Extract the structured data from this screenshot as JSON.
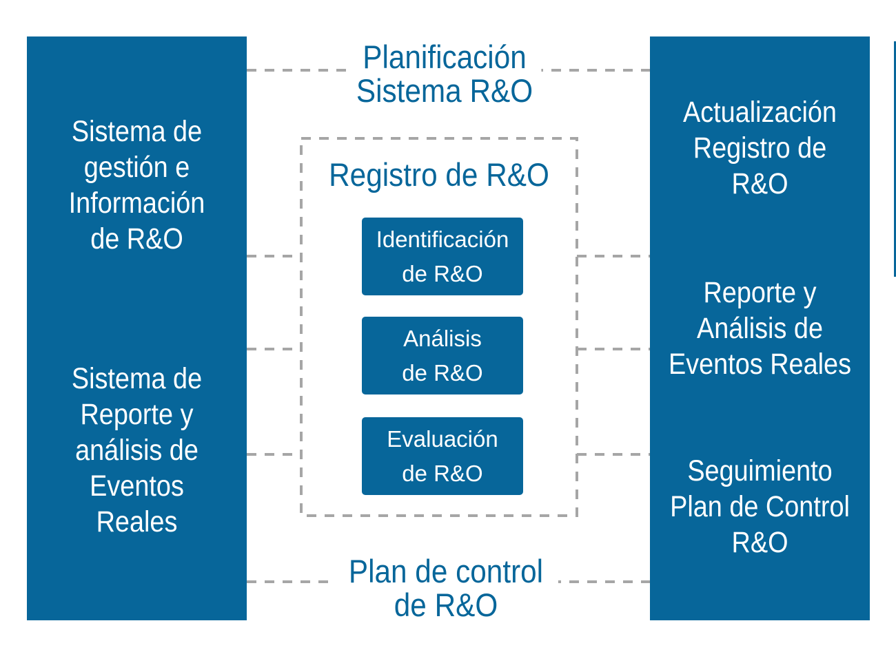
{
  "colors": {
    "accent": "#07669a",
    "connector": "#a6a6a6",
    "text_on_accent": "#ffffff"
  },
  "left_panel": {
    "item1": "Sistema de\ngestión e\nInformación\nde R&O",
    "item2": "Sistema de\nReporte y\nanálisis de\nEventos\nReales"
  },
  "right_panel": {
    "item1": "Actualización\nRegistro de\nR&O",
    "item2": "Reporte y\nAnálisis de\nEventos Reales",
    "item3": "Seguimiento\nPlan de Control\nR&O"
  },
  "center": {
    "top_title": "Planificación\nSistema R&O",
    "registry_title": "Registro de R&O",
    "steps": [
      "Identificación\nde R&O",
      "Análisis\nde R&O",
      "Evaluación\nde R&O"
    ],
    "bottom_title": "Plan de control\nde R&O"
  }
}
